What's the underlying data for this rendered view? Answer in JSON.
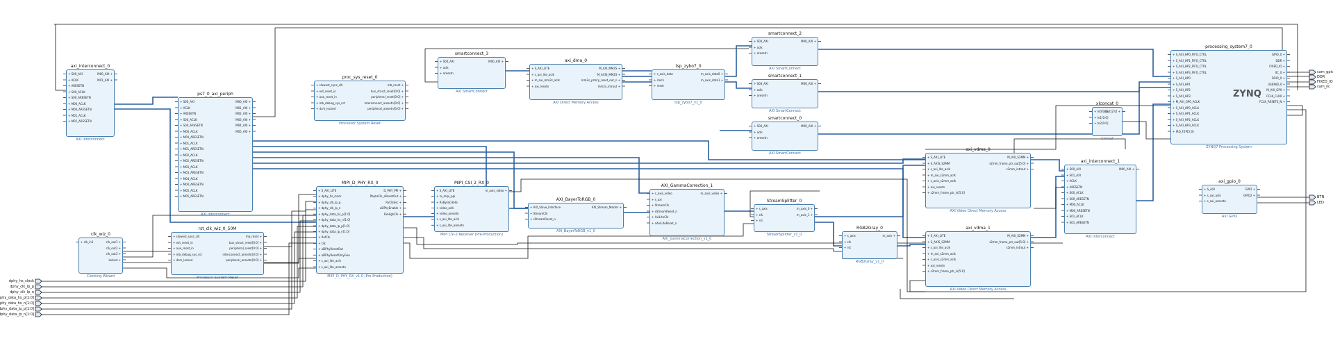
{
  "colors": {
    "block_fill": "#e9f3fb",
    "block_border": "#4a7fae",
    "net_black": "#111111",
    "bus_blue": "#2a5fa0",
    "subtitle": "#3a6fa8"
  },
  "blocks": {
    "axi_interconnect_0": {
      "title": "axi_interconnect_0",
      "subtitle": "AXI Interconnect",
      "left": [
        "S00_AXI",
        "ACLK",
        "ARESETN",
        "S00_ACLK",
        "S00_ARESETN",
        "M00_ACLK",
        "M00_ARESETN",
        "M01_ACLK",
        "M01_ARESETN"
      ],
      "right": [
        "M00_AXI",
        "M01_AXI"
      ]
    },
    "ps7_0_axi_periph": {
      "title": "ps7_0_axi_periph",
      "subtitle": "AXI Interconnect",
      "left": [
        "S00_AXI",
        "ACLK",
        "ARESETN",
        "S00_ACLK",
        "S00_ARESETN",
        "M00_ACLK",
        "M00_ARESETN",
        "M01_ACLK",
        "M01_ARESETN",
        "M02_ACLK",
        "M02_ARESETN",
        "M03_ACLK",
        "M03_ARESETN",
        "M04_ACLK",
        "M04_ARESETN",
        "M05_ACLK",
        "M05_ARESETN"
      ],
      "right": [
        "M00_AXI",
        "M01_AXI",
        "M02_AXI",
        "M03_AXI",
        "M04_AXI",
        "M05_AXI"
      ]
    },
    "proc_sys_reset_0": {
      "title": "proc_sys_reset_0",
      "subtitle": "Processor System Reset",
      "left": [
        "slowest_sync_clk",
        "ext_reset_in",
        "aux_reset_in",
        "mb_debug_sys_rst",
        "dcm_locked"
      ],
      "right": [
        "mb_reset",
        "bus_struct_reset[0:0]",
        "peripheral_reset[0:0]",
        "interconnect_aresetn[0:0]",
        "peripheral_aresetn[0:0]"
      ]
    },
    "smartconnect_3": {
      "title": "smartconnect_3",
      "subtitle": "AXI SmartConnect",
      "left": [
        "S00_AXI",
        "aclk",
        "aresetn"
      ],
      "right": [
        "M00_AXI"
      ]
    },
    "axi_dma_0": {
      "title": "axi_dma_0",
      "subtitle": "AXI Direct Memory Access",
      "left": [
        "S_AXI_LITE",
        "s_axi_lite_aclk",
        "m_axi_mm2s_aclk",
        "axi_resetn"
      ],
      "right": [
        "M_AXI_MM2S",
        "M_AXIS_MM2S",
        "mm2s_prmry_reset_out_n",
        "mm2s_introut"
      ]
    },
    "tsp_zybo7_0": {
      "title": "tsp_zybo7_0",
      "subtitle": "tsp_zybo7_v1_0",
      "left": [
        "s_axis_data",
        "clock",
        "reset"
      ],
      "right": [
        "m_axis_data0",
        "m_axis_data1"
      ]
    },
    "smartconnect_2": {
      "title": "smartconnect_2",
      "subtitle": "AXI SmartConnect",
      "left": [
        "S00_AXI",
        "aclk",
        "aresetn"
      ],
      "right": [
        "M00_AXI"
      ]
    },
    "smartconnect_1": {
      "title": "smartconnect_1",
      "subtitle": "AXI SmartConnect",
      "left": [
        "S00_AXI",
        "aclk",
        "aresetn"
      ],
      "right": [
        "M00_AXI"
      ]
    },
    "smartconnect_0": {
      "title": "smartconnect_0",
      "subtitle": "AXI SmartConnect",
      "left": [
        "S00_AXI",
        "aclk",
        "aresetn"
      ],
      "right": [
        "M00_AXI"
      ]
    },
    "processing_system7_0": {
      "title": "processing_system7_0",
      "subtitle": "ZYNQ7 Processing System",
      "left": [
        "S_AXI_HP0_FIFO_CTRL",
        "S_AXI_HP1_FIFO_CTRL",
        "S_AXI_HP2_FIFO_CTRL",
        "S_AXI_HP3_FIFO_CTRL",
        "S_AXI_HP0",
        "S_AXI_HP1",
        "S_AXI_HP2",
        "S_AXI_HP3",
        "M_AXI_GP0_ACLK",
        "S_AXI_HP0_ACLK",
        "S_AXI_HP1_ACLK",
        "S_AXI_HP2_ACLK",
        "S_AXI_HP3_ACLK",
        "IRQ_F2P[5:0]"
      ],
      "right": [
        "GPIO_0",
        "DDR",
        "FIXED_IO",
        "IIC_0",
        "SDIO_0",
        "USBIND_0",
        "M_AXI_GP0",
        "FCLK_CLK0",
        "FCLK_RESET0_N"
      ],
      "logo": "ZYNQ"
    },
    "clk_wiz_0": {
      "title": "clk_wiz_0",
      "subtitle": "Clocking Wizard",
      "left": [
        "clk_in1"
      ],
      "right": [
        "clk_out1",
        "clk_out2",
        "clk_out3",
        "locked"
      ]
    },
    "rst_clk_wiz_0_50M": {
      "title": "rst_clk_wiz_0_50M",
      "subtitle": "Processor System Reset",
      "left": [
        "slowest_sync_clk",
        "ext_reset_in",
        "aux_reset_in",
        "mb_debug_sys_rst",
        "dcm_locked"
      ],
      "right": [
        "mb_reset",
        "bus_struct_reset[0:0]",
        "peripheral_reset[0:0]",
        "interconnect_aresetn[0:0]",
        "peripheral_aresetn[0:0]"
      ]
    },
    "MIPI_D_PHY_RX_0": {
      "title": "MIPI_D_PHY_RX_0",
      "subtitle": "MIPI_D_PHY_RX_v1.0 (Pre-Production)",
      "left": [
        "S_AXI_LITE",
        "dphy_hs_clock",
        "dphy_clk_lp_p",
        "dphy_clk_lp_n",
        "dphy_data_hs_p[1:0]",
        "dphy_data_hs_n[1:0]",
        "dphy_data_lp_p[1:0]",
        "dphy_data_lp_n[1:0]",
        "RefClk",
        "Clk",
        "aDPhyResetOut",
        "aDPhyResetOnlyGen",
        "s_axi_lite_aclk",
        "s_axi_lite_aresetn"
      ],
      "right": [
        "D_PHY_PPI",
        "RbyteClk_aResetOut",
        "RxClkEsc",
        "aDPhyEnable",
        "RxHighClk"
      ]
    },
    "MIPI_CSI_2_RX_0": {
      "title": "MIPI_CSI_2_RX_0",
      "subtitle": "MIPI CSI-2 Receiver (Pre-Production)",
      "left": [
        "S_AXI_LITE",
        "rx_mipi_ppi",
        "RxByteClkHS",
        "video_aclk",
        "video_aresetn",
        "s_axi_lite_aclk",
        "s_axi_lite_aresetn"
      ],
      "right": [
        "m_axis_video"
      ]
    },
    "AXI_BayerToRGB_0": {
      "title": "AXI_BayerToRGB_0",
      "subtitle": "AXI_BayerToRGB_v1_0",
      "left": [
        "AXI_Slave_Interface",
        "StreamClk",
        "sStreamReset_n"
      ],
      "right": [
        "AXI_Stream_Master"
      ]
    },
    "AXI_GammaCorrection_1": {
      "title": "AXI_GammaCorrection_1",
      "subtitle": "AXI_GammaCorrection_v1_0",
      "left": [
        "s_axis_video",
        "s_axi",
        "StreamClk",
        "sStreamReset_n",
        "AxiLiteClk",
        "aAxiLiteReset_n"
      ],
      "right": [
        "m_axis_video"
      ]
    },
    "StreamSplitter_0": {
      "title": "StreamSplitter_0",
      "subtitle": "StreamSplitter_v1_0",
      "left": [
        "s_axis",
        "clk",
        "rst"
      ],
      "right": [
        "m_axis_0",
        "m_axis_1"
      ]
    },
    "RGB2Gray_0": {
      "title": "RGB2Gray_0",
      "subtitle": "RGB2Gray_v1_0",
      "left": [
        "s_axis",
        "clk",
        "rst"
      ],
      "right": [
        "m_axis"
      ]
    },
    "axi_vdma_0": {
      "title": "axi_vdma_0",
      "subtitle": "AXI Video Direct Memory Access",
      "left": [
        "S_AXI_LITE",
        "S_AXIS_S2MM",
        "s_axi_lite_aclk",
        "m_axi_s2mm_aclk",
        "s_axis_s2mm_aclk",
        "axi_resetn",
        "s2mm_frame_ptr_in[5:0]"
      ],
      "right": [
        "M_AXI_S2MM",
        "s2mm_frame_ptr_out[5:0]",
        "s2mm_introut"
      ]
    },
    "axi_vdma_1": {
      "title": "axi_vdma_1",
      "subtitle": "AXI Video Direct Memory Access",
      "left": [
        "S_AXI_LITE",
        "S_AXIS_S2MM",
        "s_axi_lite_aclk",
        "m_axi_s2mm_aclk",
        "s_axis_s2mm_aclk",
        "axi_resetn",
        "s2mm_frame_ptr_in[5:0]"
      ],
      "right": [
        "M_AXI_S2MM",
        "s2mm_frame_ptr_out[5:0]",
        "s2mm_introut"
      ]
    },
    "xlconcat_0": {
      "title": "xlconcat_0",
      "subtitle": "Concat",
      "left": [
        "In0[0:0]",
        "In1[0:0]",
        "In2[0:0]"
      ],
      "right": [
        "dout[2:0]"
      ]
    },
    "axi_interconnect_1": {
      "title": "axi_interconnect_1",
      "subtitle": "AXI Interconnect",
      "left": [
        "S00_AXI",
        "S01_AXI",
        "ACLK",
        "ARESETN",
        "S00_ACLK",
        "S00_ARESETN",
        "M00_ACLK",
        "M00_ARESETN",
        "S01_ACLK",
        "S01_ARESETN"
      ],
      "right": [
        "M00_AXI"
      ]
    },
    "axi_gpio_0": {
      "title": "axi_gpio_0",
      "subtitle": "AXI GPIO",
      "left": [
        "S_AXI",
        "s_axi_aclk",
        "s_axi_aresetn"
      ],
      "right": [
        "GPIO",
        "GPIO2"
      ]
    }
  },
  "ports_in": [
    "dphy_hs_clock",
    "dphy_clk_lp_p",
    "dphy_clk_lp_n",
    "dphy_data_hs_p[1:0]",
    "dphy_data_hs_n[1:0]",
    "dphy_data_lp_p[1:0]",
    "dphy_data_lp_n[1:0]"
  ],
  "ports_out_ps": [
    "cam_gpio",
    "DDR",
    "FIXED_IO",
    "cam_iic"
  ],
  "ports_out_gpio": [
    "BTN",
    "LED"
  ]
}
